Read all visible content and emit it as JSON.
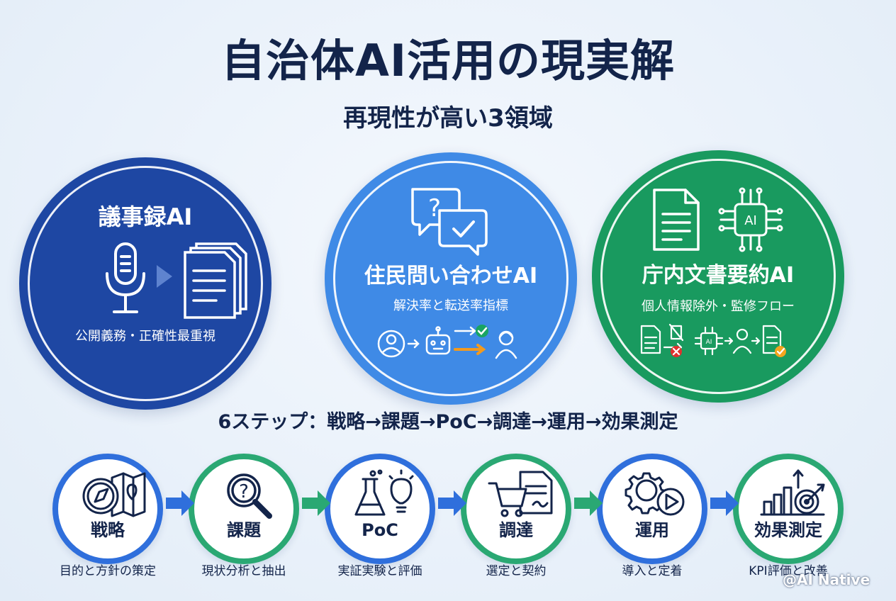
{
  "title": "自治体AI活用の現実解",
  "subtitle": "再現性が高い3領域",
  "areas": [
    {
      "name": "議事録AI",
      "desc": "公開義務・正確性最重視",
      "color": "#1e47a3"
    },
    {
      "name": "住民問い合わせAI",
      "desc": "解決率と転送率指標",
      "color": "#3f8ae6"
    },
    {
      "name": "庁内文書要約AI",
      "desc": "個人情報除外・監修フロー",
      "color": "#199a5f",
      "chip_label": "AI"
    }
  ],
  "steps_title": "6ステップ：戦略→課題→PoC→調達→運用→効果測定",
  "steps": [
    {
      "label": "戦略",
      "desc": "目的と方針の策定",
      "icon": "compass-map-icon"
    },
    {
      "label": "課題",
      "desc": "現状分析と抽出",
      "icon": "magnifier-question-icon"
    },
    {
      "label": "PoC",
      "desc": "実証実験と評価",
      "icon": "flask-bulb-icon"
    },
    {
      "label": "調達",
      "desc": "選定と契約",
      "icon": "cart-document-icon"
    },
    {
      "label": "運用",
      "desc": "導入と定着",
      "icon": "gear-play-icon"
    },
    {
      "label": "効果測定",
      "desc": "KPI評価と改善",
      "icon": "chart-target-icon"
    }
  ],
  "colors": {
    "blue": "#2f6fdc",
    "green": "#2aa873",
    "navy": "#13244a"
  },
  "credit": "@AI Native"
}
